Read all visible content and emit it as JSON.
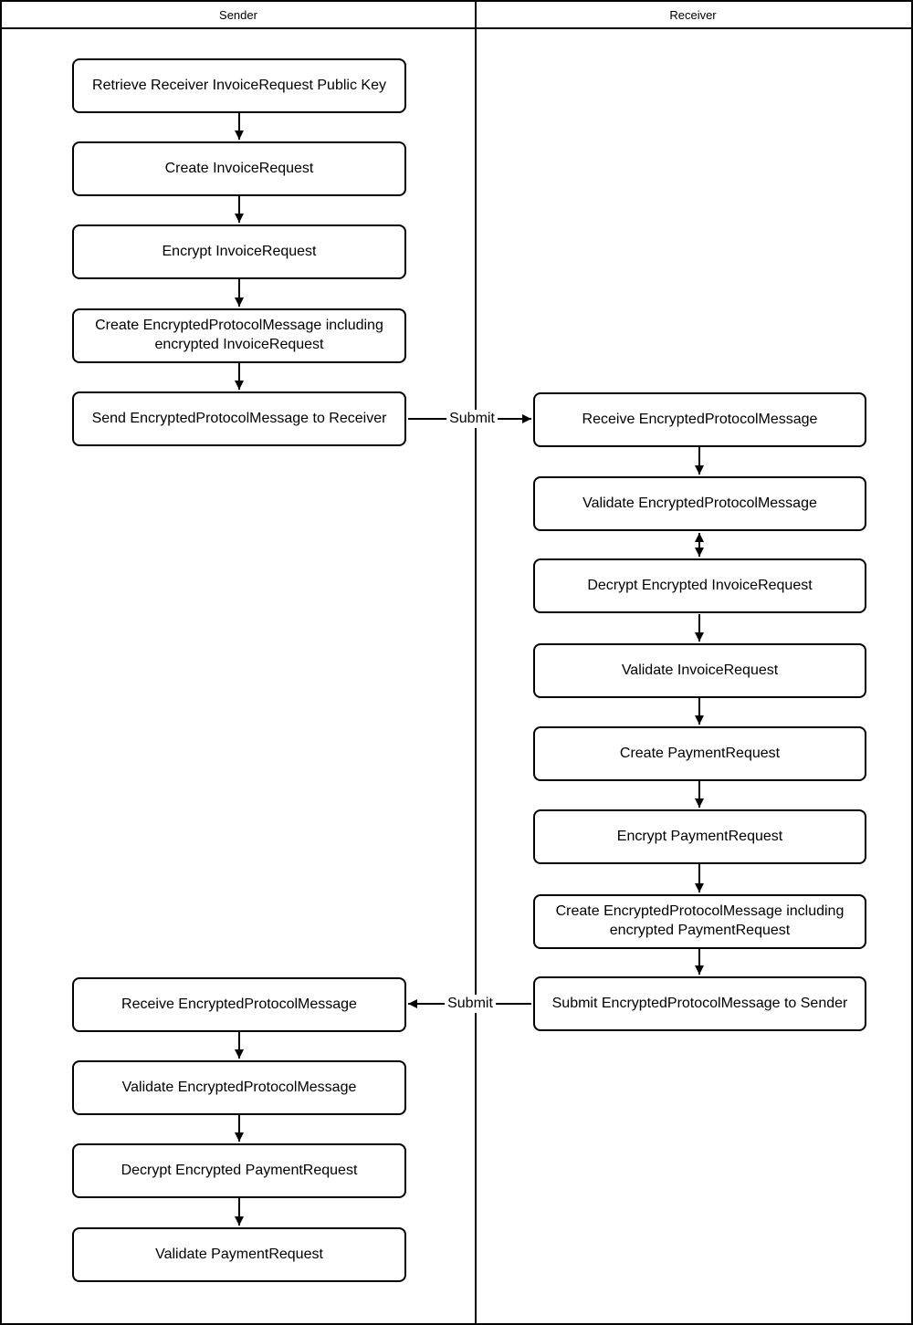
{
  "colors": {
    "background": "#ffffff",
    "line": "#000000",
    "node_fill": "#ffffff",
    "node_border": "#000000",
    "text": "#000000"
  },
  "lanes": {
    "sender": {
      "title": "Sender"
    },
    "receiver": {
      "title": "Receiver"
    }
  },
  "sender_nodes": [
    {
      "label": "Retrieve Receiver InvoiceRequest Public Key"
    },
    {
      "label": "Create InvoiceRequest"
    },
    {
      "label": "Encrypt InvoiceRequest"
    },
    {
      "label": "Create EncryptedProtocolMessage including encrypted InvoiceRequest"
    },
    {
      "label": "Send EncryptedProtocolMessage to Receiver"
    },
    {
      "label": "Receive EncryptedProtocolMessage"
    },
    {
      "label": "Validate EncryptedProtocolMessage"
    },
    {
      "label": "Decrypt Encrypted PaymentRequest"
    },
    {
      "label": "Validate PaymentRequest"
    }
  ],
  "receiver_nodes": [
    {
      "label": "Receive EncryptedProtocolMessage"
    },
    {
      "label": "Validate EncryptedProtocolMessage"
    },
    {
      "label": "Decrypt Encrypted InvoiceRequest"
    },
    {
      "label": "Validate InvoiceRequest"
    },
    {
      "label": "Create PaymentRequest"
    },
    {
      "label": "Encrypt PaymentRequest"
    },
    {
      "label": "Create EncryptedProtocolMessage including encrypted PaymentRequest"
    },
    {
      "label": "Submit EncryptedProtocolMessage to Sender"
    }
  ],
  "edge_labels": {
    "submit_to_receiver": "Submit",
    "submit_to_sender": "Submit"
  }
}
